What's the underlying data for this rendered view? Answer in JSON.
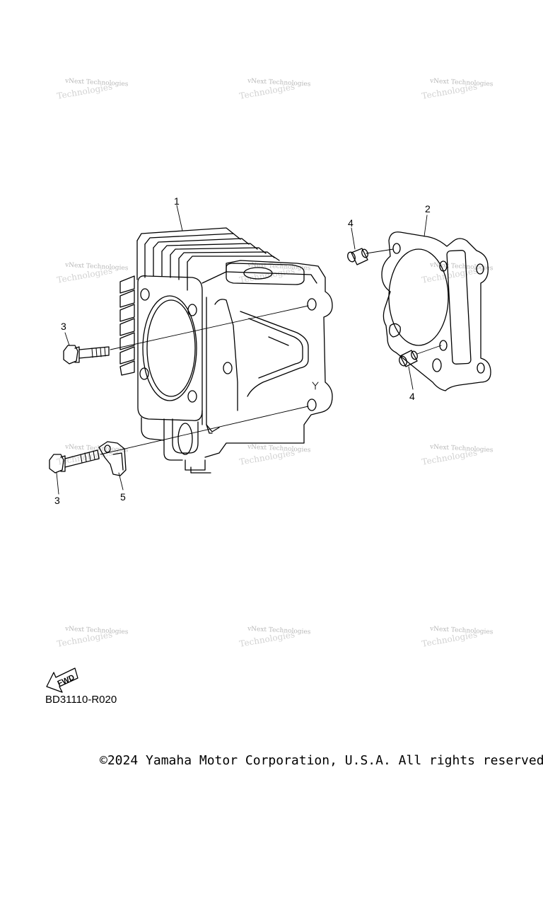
{
  "watermark": {
    "line1": "vNext Technologies",
    "line2": "Technologies"
  },
  "callouts": {
    "c1": "1",
    "c2": "2",
    "c3a": "3",
    "c3b": "3",
    "c4a": "4",
    "c4b": "4",
    "c5": "5"
  },
  "fwd_arrow": {
    "label": "FWD"
  },
  "diagram_code": "BD31110-R020",
  "copyright": "©2024 Yamaha Motor Corporation, U.S.A. All rights reserved."
}
